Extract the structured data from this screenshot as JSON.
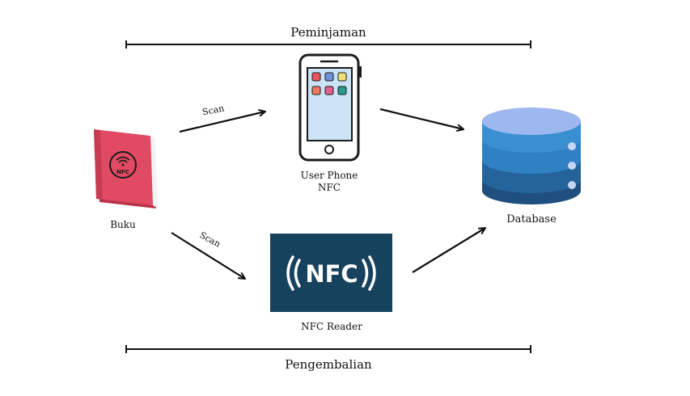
{
  "top_bar": {
    "label": "Peminjaman"
  },
  "bottom_bar": {
    "label": "Pengembalian"
  },
  "nodes": {
    "book": {
      "label": "Buku",
      "icon": "nfc-book-icon",
      "badge": "NFC"
    },
    "phone": {
      "label_line1": "User Phone",
      "label_line2": "NFC",
      "icon": "smartphone-icon"
    },
    "reader": {
      "label": "NFC Reader",
      "icon": "nfc-reader-icon",
      "logo_text": "NFC"
    },
    "database": {
      "label": "Database",
      "icon": "database-icon"
    }
  },
  "edges": {
    "book_to_phone": {
      "label": "Scan"
    },
    "book_to_reader": {
      "label": "Scan"
    }
  },
  "colors": {
    "book": "#e04a63",
    "book_dark": "#b83349",
    "reader_bg": "#17425e",
    "phone_frame": "#ffffff",
    "phone_screen": "#cbe3f6",
    "db_top": "#9db7ef",
    "db_layer1": "#2f81c4",
    "db_layer2": "#25639b",
    "db_layer3": "#1e4f7e"
  }
}
